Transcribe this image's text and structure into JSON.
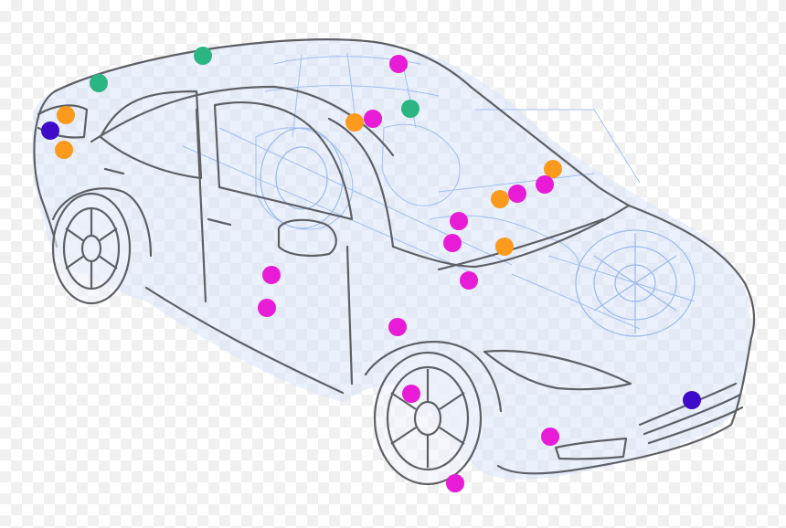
{
  "colors": {
    "green": "#2bb583",
    "orange": "#fb9a1c",
    "magenta": "#e81bd6",
    "indigo": "#3f0bc8",
    "outline": "#5e6066",
    "interior": "#9db8ec",
    "tint": "#d9e5fb"
  },
  "markers": [
    {
      "color": "green"
    },
    {
      "color": "green"
    },
    {
      "color": "green"
    },
    {
      "color": "magenta"
    },
    {
      "color": "orange"
    },
    {
      "color": "indigo"
    },
    {
      "color": "orange"
    },
    {
      "color": "orange"
    },
    {
      "color": "magenta"
    },
    {
      "color": "orange"
    },
    {
      "color": "magenta"
    },
    {
      "color": "orange"
    },
    {
      "color": "magenta"
    },
    {
      "color": "magenta"
    },
    {
      "color": "magenta"
    },
    {
      "color": "orange"
    },
    {
      "color": "magenta"
    },
    {
      "color": "magenta"
    },
    {
      "color": "magenta"
    },
    {
      "color": "magenta"
    },
    {
      "color": "magenta"
    },
    {
      "color": "indigo"
    },
    {
      "color": "magenta"
    },
    {
      "color": "magenta"
    }
  ]
}
